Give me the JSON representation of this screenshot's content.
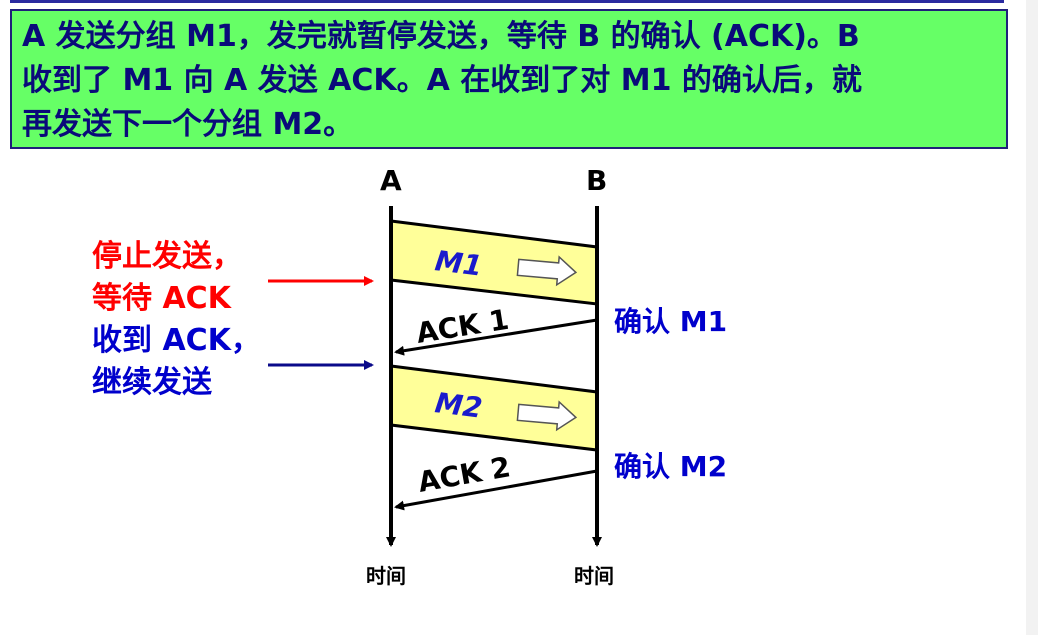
{
  "header": {
    "lines": [
      "A 发送分组 M1，发完就暂停发送，等待 B 的确认 (ACK)。B",
      "收到了 M1 向 A 发送  ACK。A 在收到了对 M1 的确认后，就",
      "再发送下一个分组  M2。"
    ]
  },
  "endpoints": {
    "a": "A",
    "b": "B"
  },
  "time_labels": {
    "a": "时间",
    "b": "时间"
  },
  "frames": {
    "m1": "M1",
    "m2": "M2",
    "ack1": "ACK 1",
    "ack2": "ACK 2"
  },
  "notes": {
    "wait": [
      "停止发送，",
      "等待 ACK"
    ],
    "resume": [
      "收到 ACK，",
      "继续发送"
    ],
    "confirm_m1": "确认 M1",
    "confirm_m2": "确认 M2"
  },
  "colors": {
    "header_bg": "#66ff66",
    "header_text": "#0a0a7a",
    "frame_fill": "#ffff99",
    "frame_text": "#1a1acc",
    "wait_note": "#ff0000",
    "resume_note": "#0000cc",
    "confirm": "#0000cc"
  }
}
